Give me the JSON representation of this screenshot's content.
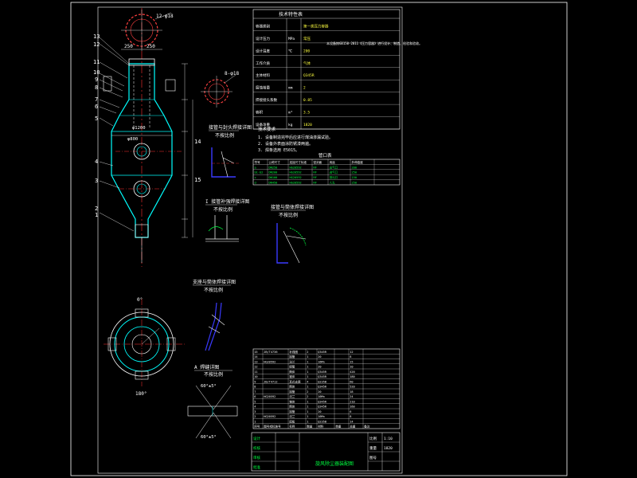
{
  "colors": {
    "background": "#000000",
    "frame": "#ffffff",
    "outline": "#00ffff",
    "center_line": "#ff3030",
    "dimension": "#ffffff",
    "table_text": "#ffffff",
    "accent_blue": "#3a3aff",
    "accent_green": "#00ff40",
    "accent_yellow": "#ffff40",
    "accent_magenta": "#ff40ff"
  },
  "drawing": {
    "top_note": "12-φ18",
    "side_flange_note": "8-φ18",
    "dim_width_left": "250",
    "dim_width_right": "250",
    "dim_mid_diameter": "φ1200",
    "dim_mid_diameter2": "φ800",
    "part_labels": [
      "13",
      "12",
      "11",
      "10",
      "9",
      "8",
      "7",
      "6",
      "5",
      "4",
      "3",
      "2",
      "1"
    ],
    "right_labels": [
      "14",
      "15"
    ],
    "section_title_1": "接管与封头焊接详图",
    "section_title_1_scale": "不按比例",
    "section_title_2": "I 接管补强焊接详图",
    "section_title_2_scale": "不按比例",
    "section_title_3": "接管与筒体焊接详图",
    "section_title_3_scale": "不按比例",
    "section_title_4": "支座与筒体焊接详图",
    "section_title_4_scale": "不按比例",
    "section_title_5": "A 焊缝详图",
    "section_title_5_scale": "不按比例",
    "bottom_view_label_top": "0°",
    "bottom_view_label_bottom": "180°",
    "weld_angle_top": "60°±5°",
    "weld_angle_bottom": "60°±5°"
  },
  "tech_table": {
    "title": "技术特性表",
    "rows": [
      [
        "容器类别",
        "",
        "第一类压力容器"
      ],
      [
        "设计压力",
        "MPa",
        "常压"
      ],
      [
        "设计温度",
        "℃",
        "200"
      ],
      [
        "工作介质",
        "",
        "气体"
      ],
      [
        "主体材料",
        "",
        "Q345R"
      ],
      [
        "腐蚀裕量",
        "mm",
        "2"
      ],
      [
        "焊接接头系数",
        "",
        "0.85"
      ],
      [
        "容积",
        "m³",
        "3.5"
      ],
      [
        "设备净重",
        "kg",
        "1820"
      ]
    ],
    "side_note": "本设备按GB150-2011《压力容器》进行设计、制造、检验和验收。"
  },
  "nozzle_table": {
    "title": "管口表",
    "headers": [
      "符号",
      "公称尺寸",
      "连接尺寸标准",
      "密封面",
      "用途",
      "外伸高度"
    ],
    "rows": [
      [
        "a",
        "DN250",
        "HG20592",
        "RF",
        "出气口",
        "200"
      ],
      [
        "b1-b2",
        "DN200",
        "HG20592",
        "RF",
        "进气口",
        "250"
      ],
      [
        "c",
        "DN100",
        "HG20592",
        "RF",
        "排污口",
        "150"
      ],
      [
        "d",
        "DN450",
        "HG20592",
        "RF",
        "人孔",
        "250"
      ]
    ]
  },
  "notes": {
    "title": "技术要求",
    "lines": [
      "1. 设备制造完毕后应进行煤油渗漏试验。",
      "2. 设备外表面涂防锈漆两遍。",
      "3. 焊条选用 E5015。"
    ]
  },
  "bom": {
    "headers": [
      "序号",
      "图号或标准号",
      "名称",
      "数量",
      "材料",
      "单重",
      "总重",
      "备注"
    ],
    "rows": [
      [
        "15",
        "JB/T4736",
        "补强圈",
        "2",
        "Q345R",
        "",
        "12",
        ""
      ],
      [
        "14",
        "",
        "接管",
        "1",
        "20",
        "",
        "8",
        ""
      ],
      [
        "13",
        "HG20592",
        "法兰",
        "1",
        "16Mn",
        "",
        "15",
        ""
      ],
      [
        "12",
        "",
        "接管",
        "1",
        "20",
        "",
        "10",
        ""
      ],
      [
        "11",
        "",
        "筒体",
        "1",
        "Q345R",
        "",
        "420",
        ""
      ],
      [
        "10",
        "",
        "锥体",
        "1",
        "Q345R",
        "",
        "180",
        ""
      ],
      [
        "9",
        "JB/T4712",
        "耳式支座",
        "4",
        "Q235B",
        "",
        "60",
        ""
      ],
      [
        "8",
        "",
        "筒体",
        "1",
        "Q345R",
        "",
        "520",
        ""
      ],
      [
        "7",
        "",
        "接管",
        "2",
        "20",
        "",
        "18",
        ""
      ],
      [
        "6",
        "HG20592",
        "法兰",
        "2",
        "16Mn",
        "",
        "24",
        ""
      ],
      [
        "5",
        "",
        "锥体",
        "1",
        "Q345R",
        "",
        "210",
        ""
      ],
      [
        "4",
        "",
        "筒体",
        "1",
        "Q345R",
        "",
        "160",
        ""
      ],
      [
        "3",
        "",
        "接管",
        "1",
        "20",
        "",
        "6",
        ""
      ],
      [
        "2",
        "HG20592",
        "法兰",
        "1",
        "16Mn",
        "",
        "8",
        ""
      ],
      [
        "1",
        "",
        "底板",
        "1",
        "Q235B",
        "",
        "14",
        ""
      ]
    ]
  },
  "title_block": {
    "rows": [
      [
        "设计",
        "",
        "",
        "比例",
        "1:10"
      ],
      [
        "校核",
        "",
        "",
        "重量",
        "1820"
      ],
      [
        "审核",
        "",
        "",
        "图号",
        ""
      ],
      [
        "批准",
        "",
        "",
        "",
        ""
      ]
    ],
    "drawing_name": "旋风除尘器装配图"
  }
}
